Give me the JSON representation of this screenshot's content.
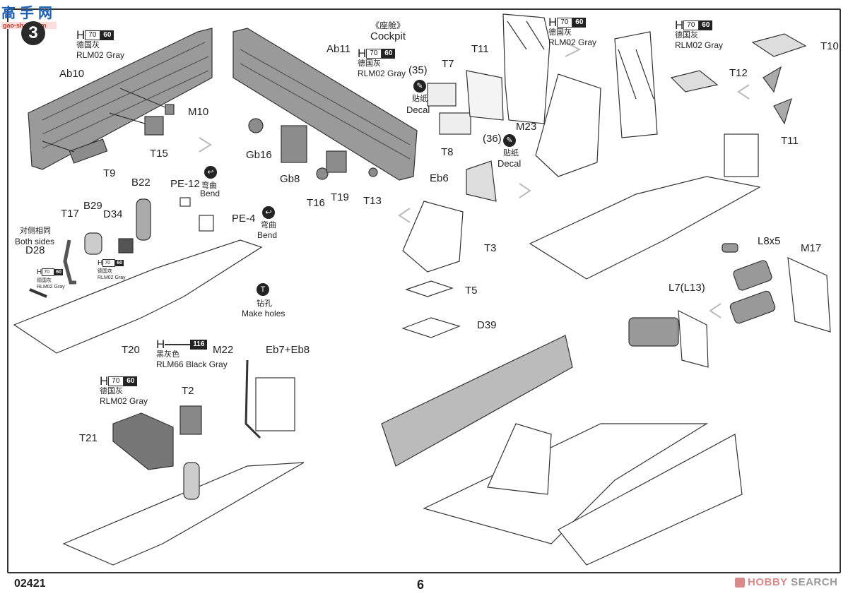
{
  "watermark": {
    "brand": "高手网",
    "url": "gao-shou.com"
  },
  "step": {
    "number": "3"
  },
  "section_title": {
    "cn": "《座舱》",
    "en": "Cockpit"
  },
  "paints": {
    "rlm02": {
      "prefix": "H",
      "code1": "70",
      "code2": "60",
      "cn": "德国灰",
      "en": "RLM02 Gray"
    },
    "rlm66": {
      "prefix": "H",
      "code1": "",
      "code2": "116",
      "cn": "黑灰色",
      "en": "RLM66 Black Gray"
    }
  },
  "parts": {
    "ab10": "Ab10",
    "m10": "M10",
    "t15": "T15",
    "t9": "T9",
    "ab11": "Ab11",
    "gb16": "Gb16",
    "gb8": "Gb8",
    "t16": "T16",
    "t19": "T19",
    "t13": "T13",
    "t7": "T7",
    "t11a": "T11",
    "t8": "T8",
    "m23": "M23",
    "t10": "T10",
    "t12": "T12",
    "t11b": "T11",
    "eb6": "Eb6",
    "t3": "T3",
    "t5": "T5",
    "d39": "D39",
    "b22": "B22",
    "pe12": "PE-12",
    "pe4": "PE-4",
    "b29": "B29",
    "t17": "T17",
    "d34": "D34",
    "d28": "D28",
    "t20": "T20",
    "m22": "M22",
    "eb7eb8": "Eb7+Eb8",
    "t2": "T2",
    "t21": "T21",
    "l8x5": "L8x5",
    "l7l13": "L7(L13)",
    "m17": "M17"
  },
  "notes": {
    "decal35": {
      "num": "(35)",
      "cn": "贴纸",
      "en": "Decal"
    },
    "decal36": {
      "num": "(36)",
      "cn": "贴纸",
      "en": "Decal"
    },
    "bend_cn": "弯曲",
    "bend_en": "Bend",
    "holes_cn": "钻孔",
    "holes_en": "Make holes",
    "both_cn": "对侧相同",
    "both_en": "Both sides"
  },
  "footer": {
    "code": "02421",
    "page": "6",
    "brand_a": "HOBBY",
    "brand_b": "SEARCH"
  },
  "colors": {
    "part_gray": "#8c8c8c",
    "line": "#333333",
    "brand_pink": "#d98a8a"
  }
}
